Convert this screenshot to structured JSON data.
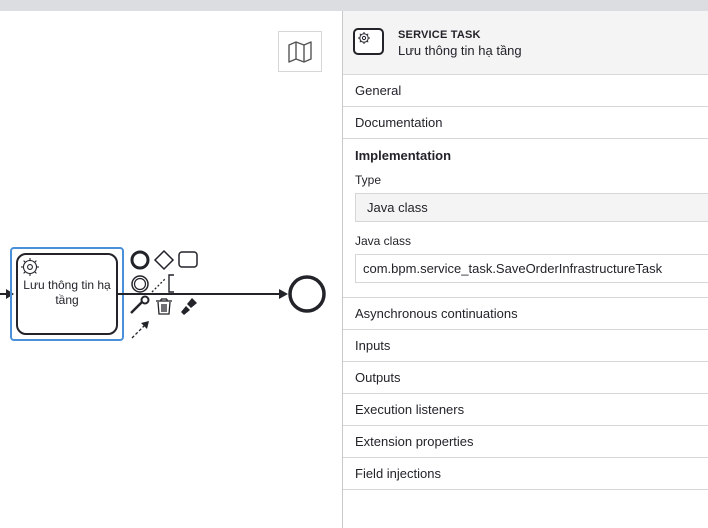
{
  "canvas": {
    "task_name_line1": "Lưu thông tin hạ",
    "task_name_line2": "tầng",
    "minimap_icon": "map-icon"
  },
  "panel": {
    "header": {
      "type_label": "SERVICE TASK",
      "element_name": "Lưu thông tin hạ tầng"
    },
    "groups_before": [
      {
        "label": "General"
      },
      {
        "label": "Documentation"
      }
    ],
    "implementation": {
      "title": "Implementation",
      "type_label": "Type",
      "type_value": "Java class",
      "class_label": "Java class",
      "class_value": "com.bpm.service_task.SaveOrderInfrastructureTask"
    },
    "groups_after": [
      {
        "label": "Asynchronous continuations"
      },
      {
        "label": "Inputs"
      },
      {
        "label": "Outputs"
      },
      {
        "label": "Execution listeners"
      },
      {
        "label": "Extension properties"
      },
      {
        "label": "Field injections"
      }
    ]
  }
}
